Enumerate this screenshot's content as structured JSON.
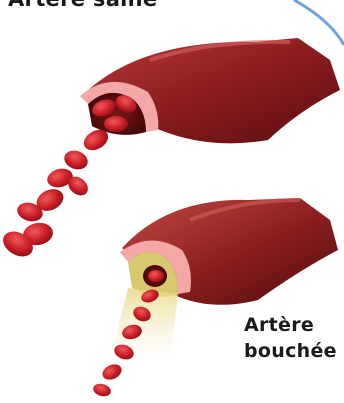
{
  "labels": {
    "top": "Artère saine",
    "bottom_line1": "Artère",
    "bottom_line2": "bouchée"
  },
  "colors": {
    "artery_wall": "#8c1c1f",
    "artery_lining": "#f3a7a7",
    "red_blood_cell": "#c81e27",
    "plaque": "#d8c870",
    "circle_accent": "#6aa6dc"
  }
}
